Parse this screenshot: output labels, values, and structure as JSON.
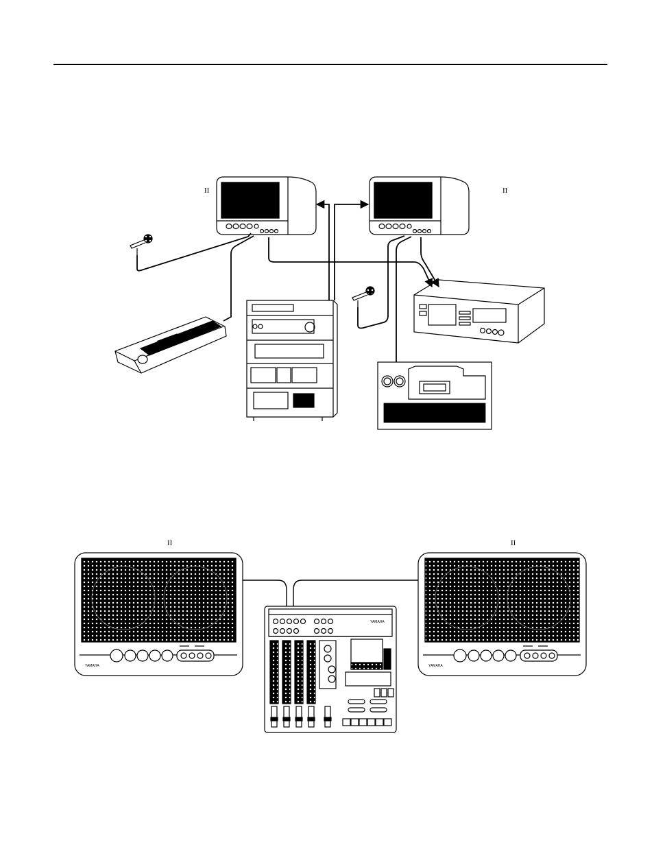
{
  "labels": {
    "top_left_speaker": "II",
    "top_right_speaker": "II",
    "bottom_left_speaker": "II",
    "bottom_right_speaker": "II"
  },
  "mixer": {
    "brand": "YAMAHA"
  },
  "speaker_brand": "YAMAHA",
  "colors": {
    "ink": "#000000",
    "paper": "#ffffff"
  }
}
